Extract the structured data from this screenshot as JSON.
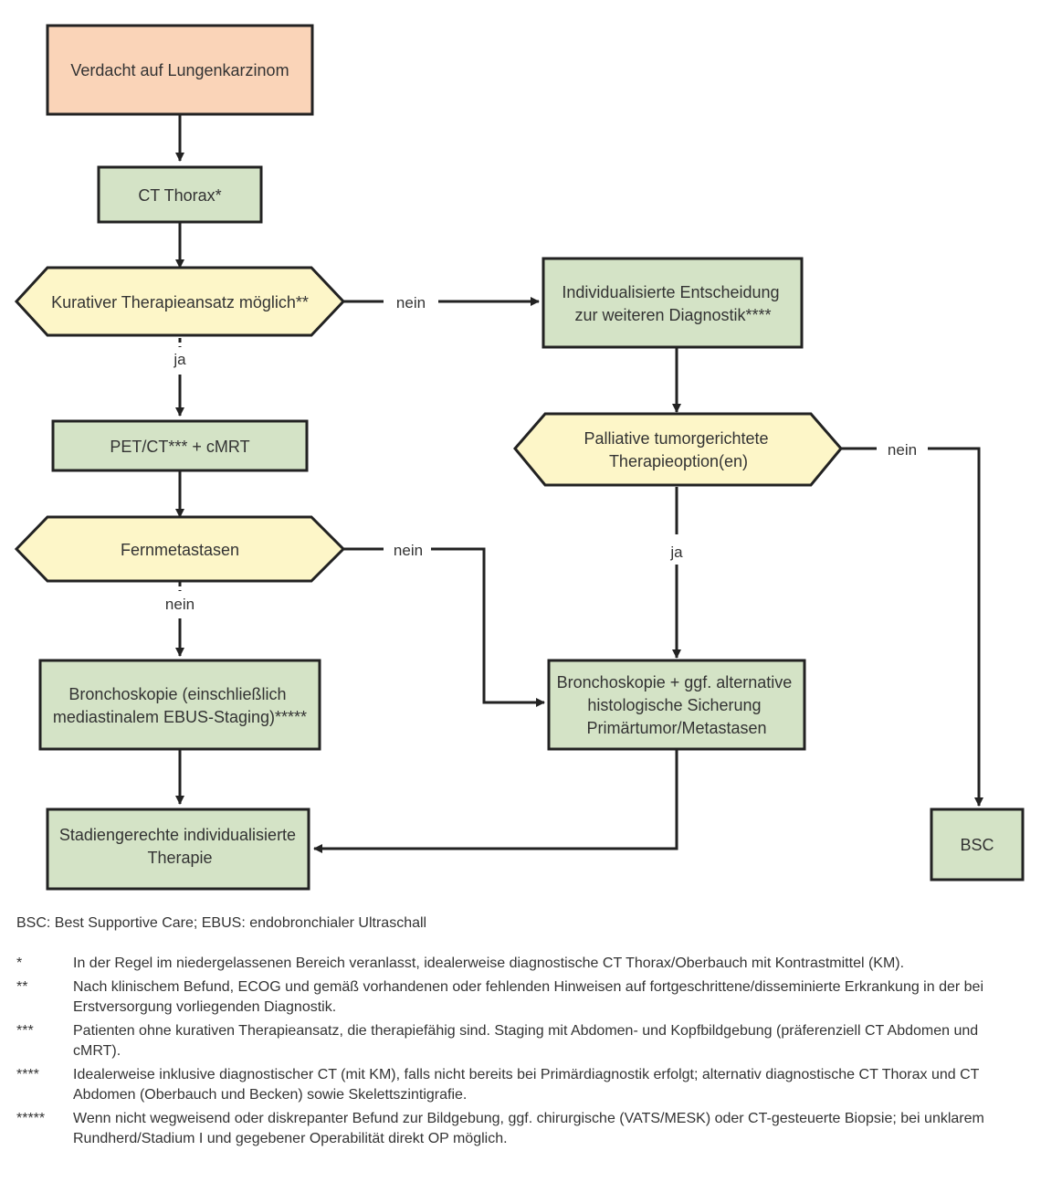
{
  "nodes": {
    "start": {
      "lines": [
        "Verdacht auf Lungenkarzinom"
      ]
    },
    "ct": {
      "lines": [
        "CT Thorax*"
      ]
    },
    "q_kurativ": {
      "lines": [
        "Kurativer Therapieansatz möglich**"
      ]
    },
    "pet": {
      "lines": [
        "PET/CT*** + cMRT"
      ]
    },
    "q_fern": {
      "lines": [
        "Fernmetastasen"
      ]
    },
    "broncho1": {
      "lines": [
        "Bronchoskopie (einschließlich",
        "mediastinalem EBUS-Staging)*****"
      ]
    },
    "stadien": {
      "lines": [
        "Stadiengerechte individualisierte",
        "Therapie"
      ]
    },
    "indiv": {
      "lines": [
        "Individualisierte Entscheidung",
        "zur weiteren Diagnostik****"
      ]
    },
    "q_pall": {
      "lines": [
        "Palliative tumorgerichtete",
        "Therapieoption(en)"
      ]
    },
    "broncho2": {
      "lines": [
        "Bronchoskopie + ggf. alternative",
        "histologische Sicherung",
        "Primärtumor/Metastasen"
      ]
    },
    "bsc": {
      "lines": [
        "BSC"
      ]
    }
  },
  "edge_labels": {
    "kurativ_nein": "nein",
    "kurativ_ja": "ja",
    "fern_nein_right": "nein",
    "fern_nein_down": "nein",
    "pall_nein": "nein",
    "pall_ja": "ja"
  },
  "colors": {
    "start": "#fad4b8",
    "process": "#d4e3c6",
    "decision": "#fdf6c8",
    "stroke": "#222222"
  },
  "legend": {
    "abbreviations": "BSC: Best Supportive Care; EBUS: endobronchialer Ultraschall",
    "footnotes": [
      {
        "mark": "*",
        "text": "In der Regel im niedergelassenen Bereich veranlasst, idealerweise diagnostische CT Thorax/Oberbauch mit Kontrastmittel (KM)."
      },
      {
        "mark": "**",
        "text": "Nach klinischem Befund, ECOG und gemäß vorhandenen oder fehlenden Hinweisen auf fortgeschrittene/disseminierte Erkrankung in der bei Erstversorgung vorliegenden Diagnostik."
      },
      {
        "mark": "***",
        "text": "Patienten ohne kurativen Therapieansatz, die therapiefähig sind. Staging mit Abdomen- und Kopfbildgebung (präferenziell CT Abdomen und cMRT)."
      },
      {
        "mark": "****",
        "text": "Idealerweise inklusive diagnostischer CT (mit KM), falls nicht bereits bei Primärdiagnostik erfolgt; alternativ diagnostische CT Thorax und CT Abdomen (Oberbauch und Becken) sowie Skelettszintigrafie."
      },
      {
        "mark": "*****",
        "text": "Wenn nicht wegweisend oder diskrepanter Befund zur Bildgebung, ggf. chirurgische (VATS/MESK) oder CT-gesteuerte Biopsie; bei unklarem Rundherd/Stadium I und gegebener Operabilität direkt OP möglich."
      }
    ]
  }
}
